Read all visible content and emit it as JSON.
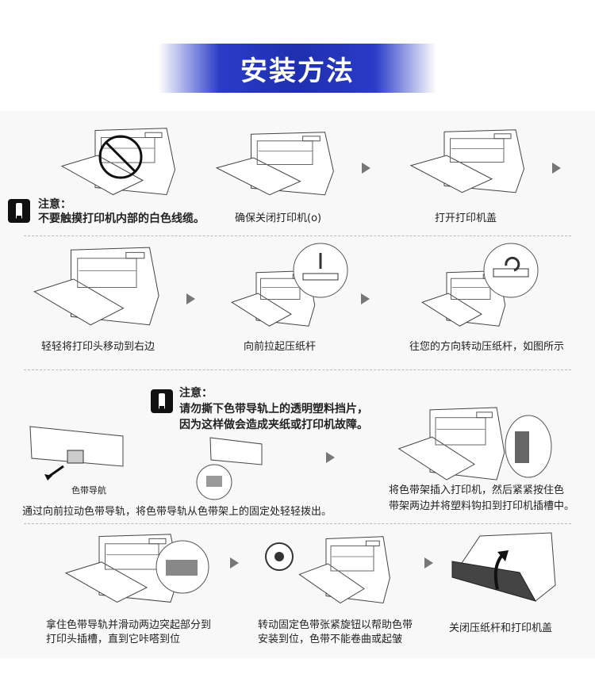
{
  "title": "安装方法",
  "row1": {
    "warning": {
      "heading": "注意：",
      "text": "不要触摸打印机内部的白色线缆。"
    },
    "captions": [
      "确保关闭打印机(o)",
      "打开打印机盖"
    ]
  },
  "row2": {
    "captions": [
      "轻轻将打印头移动到右边",
      "向前拉起压纸杆",
      "往您的方向转动压纸杆，如图所示"
    ]
  },
  "row3": {
    "warning": {
      "heading": "注意：",
      "line1": "请勿撕下色带导轨上的透明塑料挡片，",
      "line2": "因为这样做会造成夹纸或打印机故障。"
    },
    "ribbon_label": "色带导航",
    "caption_left": "通过向前拉动色带导轨，将色带导轨从色带架上的固定处轻轻拨出。",
    "caption_right": [
      "将色带架插入打印机，然后紧紧按住色",
      "带架两边并将塑料钩扣到打印机插槽中。"
    ]
  },
  "row4": {
    "caption1": [
      "拿住色带导轨并滑动两边突起部分到",
      "打印头插槽，直到它咔嗒到位"
    ],
    "caption2": [
      "转动固定色带张紧旋钮以帮助色带",
      "安装到位，色带不能卷曲或起皱"
    ],
    "caption3": "关闭压纸杆和打印机盖"
  },
  "colors": {
    "banner": "#2a3cc8",
    "arrow": "#777777"
  }
}
